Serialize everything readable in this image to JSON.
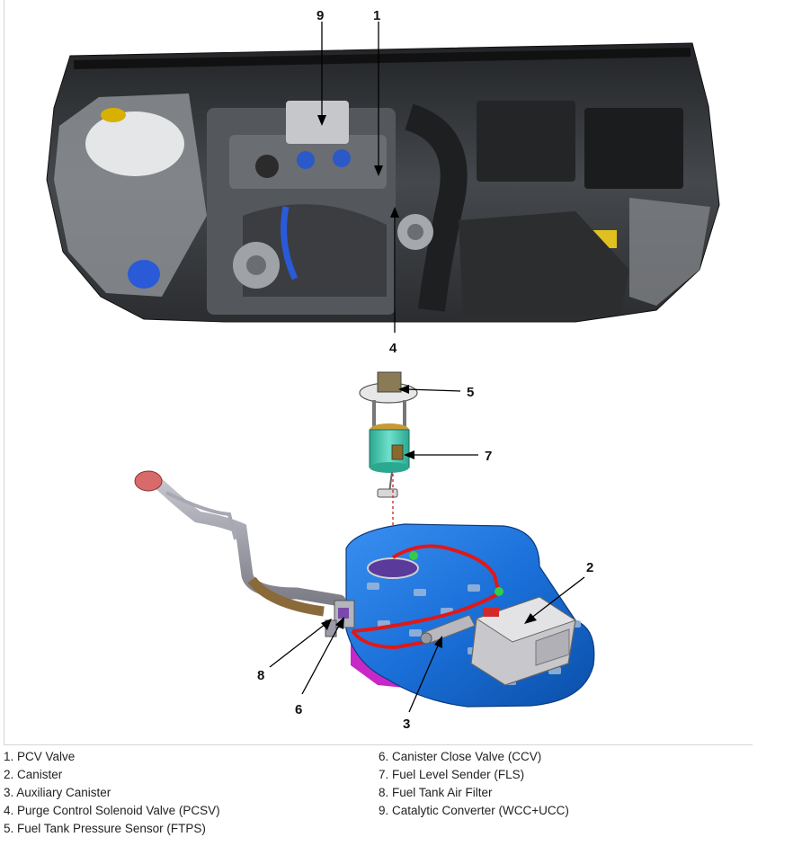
{
  "callouts": [
    {
      "num": "1",
      "label": "PCV Valve"
    },
    {
      "num": "2",
      "label": "Canister"
    },
    {
      "num": "3",
      "label": "Auxiliary Canister"
    },
    {
      "num": "4",
      "label": "Purge Control Solenoid Valve (PCSV)"
    },
    {
      "num": "5",
      "label": "Fuel Tank Pressure Sensor (FTPS)"
    },
    {
      "num": "6",
      "label": "Canister Close Valve (CCV)"
    },
    {
      "num": "7",
      "label": "Fuel Level Sender (FLS)"
    },
    {
      "num": "8",
      "label": "Fuel Tank Air Filter"
    },
    {
      "num": "9",
      "label": "Catalytic Converter (WCC+UCC)"
    }
  ],
  "legend": {
    "left": [
      "1. PCV Valve",
      "2. Canister",
      "3. Auxiliary Canister",
      "4. Purge Control Solenoid Valve (PCSV)",
      "5. Fuel Tank Pressure Sensor (FTPS)"
    ],
    "right": [
      "6. Canister Close Valve (CCV)",
      "7. Fuel Level Sender (FLS)",
      "8. Fuel Tank Air Filter",
      "9. Catalytic Converter (WCC+UCC)"
    ]
  },
  "colors": {
    "engine_bay": "#3a3c3f",
    "tank_body": "#1a6fd8",
    "vapor_line": "#e01818",
    "filler_pipe": "#9a9aa6",
    "filler_cap": "#d96a6a",
    "pump_module": "#3cc0a8",
    "canister_body": "#c8c8cc",
    "tank_skid": "#c828c8",
    "fitting_green": "#33cc44"
  }
}
